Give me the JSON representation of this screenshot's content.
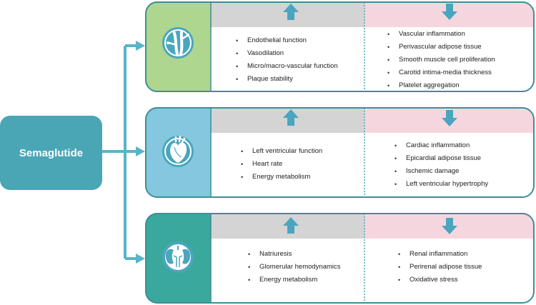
{
  "drug": {
    "label": "Semaglutide"
  },
  "colors": {
    "drug_box": "#4aa6b5",
    "connector": "#58b5c8",
    "arrow": "#4aa5bf",
    "increase_header": "#d4d4d4",
    "decrease_header": "#f6d6de",
    "row_vascular": "#afd68e",
    "row_heart": "#84c7df",
    "row_kidney": "#3aa89c",
    "border": "#3c8f95"
  },
  "rows": [
    {
      "organ_icon": "blood-vessel-icon",
      "increased": [
        "Endothelial function",
        "Vasodilation",
        "Micro/macro-vascular function",
        "Plaque stability"
      ],
      "decreased": [
        "Vascular inflammation",
        "Perivascular adipose tissue",
        "Smooth muscle cell proliferation",
        "Carotid intima-media thickness",
        "Platelet aggregation"
      ]
    },
    {
      "organ_icon": "heart-icon",
      "increased": [
        "Left ventricular function",
        "Heart rate",
        "Energy metabolism"
      ],
      "decreased": [
        "Cardiac inflammation",
        "Epicardial adipose tissue",
        "Ischemic damage",
        "Left ventricular hypertrophy"
      ]
    },
    {
      "organ_icon": "kidney-icon",
      "increased": [
        "Natriuresis",
        "Glomerular hemodynamics",
        "Energy metabolism"
      ],
      "decreased": [
        "Renal inflammation",
        "Perirenal adipose tissue",
        "Oxidative stress"
      ]
    }
  ]
}
